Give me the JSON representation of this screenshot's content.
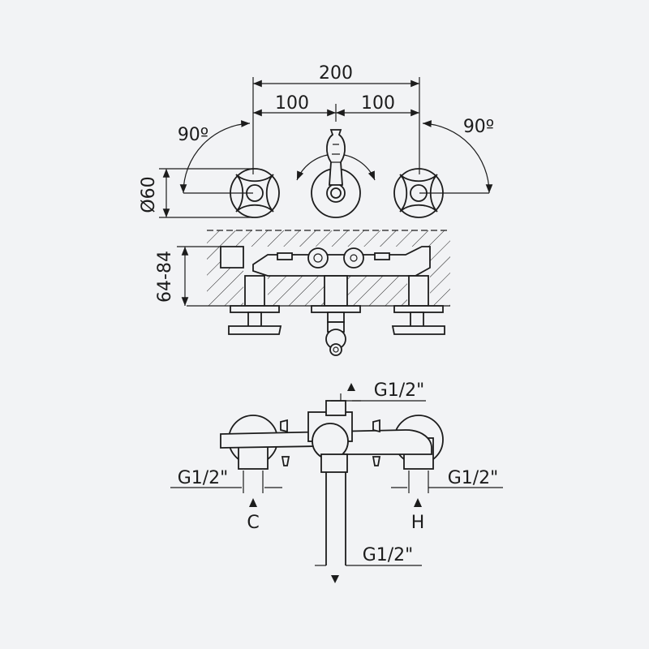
{
  "dimensions": {
    "total_width": "200",
    "left_spacing": "100",
    "right_spacing": "100",
    "rotation_left": "90º",
    "rotation_right": "90º",
    "handle_diameter": "Ø60",
    "projection": "64-84"
  },
  "connections": {
    "top_outlet": "G1/2\"",
    "cold_inlet": "G1/2\"",
    "hot_inlet": "G1/2\"",
    "bottom_outlet": "G1/2\"",
    "cold_label": "C",
    "hot_label": "H"
  },
  "colors": {
    "background": "#f2f3f5",
    "line": "#1c1c1c"
  }
}
